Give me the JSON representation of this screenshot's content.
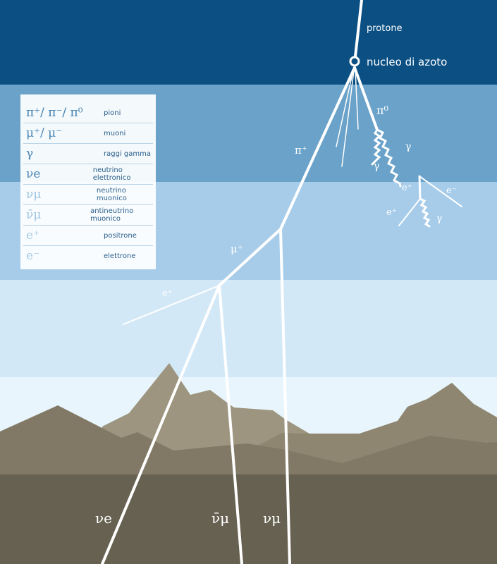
{
  "labels": {
    "protone": "protone",
    "nucleus": "nucleo di azoto",
    "pi0": "π⁰",
    "pi_plus": "π⁺",
    "gamma1": "γ",
    "gamma2": "γ",
    "gamma3": "γ",
    "e_plus1": "e⁺",
    "e_minus1": "e⁻",
    "e_plus2": "e⁺",
    "mu_plus": "μ⁺",
    "e_plus3": "e⁺",
    "nu_e": "νe",
    "anti_nu_mu": "ν̄μ",
    "nu_mu": "νμ"
  },
  "legend": [
    {
      "symbol": "π⁺/ π⁻/ π⁰",
      "desc": "pioni",
      "color": "#3f7fb0"
    },
    {
      "symbol": "μ⁺/ μ⁻",
      "desc": "muoni",
      "color": "#4a86b5"
    },
    {
      "symbol": "γ",
      "desc": "raggi gamma",
      "color": "#4a86b5"
    },
    {
      "symbol": "νe",
      "desc": "neutrino elettronico",
      "color": "#4a86b5"
    },
    {
      "symbol": "νμ",
      "desc": "neutrino muonico",
      "color": "#9cc4e2"
    },
    {
      "symbol": "ν̄μ",
      "desc": "antineutrino muonico",
      "color": "#9cc4e2"
    },
    {
      "symbol": "e⁺",
      "desc": "positrone",
      "color": "#a8cbe6"
    },
    {
      "symbol": "e⁻",
      "desc": "elettrone",
      "color": "#a8cbe6"
    }
  ],
  "colors": {
    "band1": "#0b4f83",
    "band2": "#6aa2c9",
    "band3": "#a7cce9",
    "band4": "#d3e8f6",
    "band5": "#e8f5fc",
    "ground": "#666150"
  }
}
